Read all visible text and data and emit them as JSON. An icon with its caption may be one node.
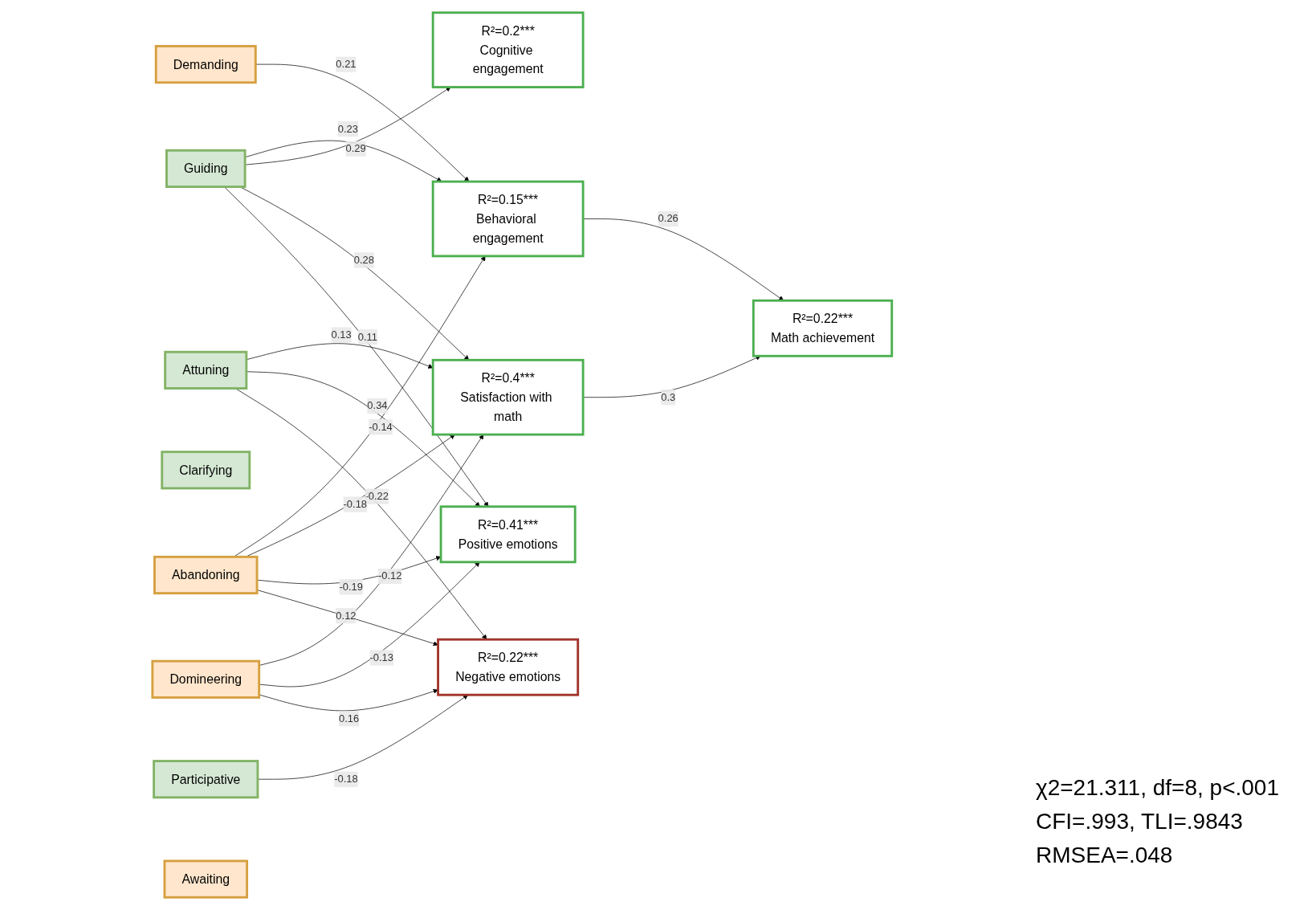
{
  "diagram": {
    "nodes": [
      {
        "text": [
          "Participative"
        ]
      },
      {
        "text": [
          "Attuning"
        ]
      },
      {
        "text": [
          "Guiding"
        ]
      },
      {
        "text": [
          "Clarifying"
        ]
      },
      {
        "text": [
          "Demanding"
        ]
      },
      {
        "text": [
          "Domineering"
        ]
      },
      {
        "text": [
          "Abandoning"
        ]
      },
      {
        "text": [
          "Awaiting"
        ]
      },
      {
        "text": [
          "R²=0.15***",
          "Behavioral engagement"
        ]
      },
      {
        "text": [
          "R²=0.2***",
          "Cognitive engagement"
        ]
      },
      {
        "text": [
          "R²=0.4***",
          "Satisfaction with math"
        ]
      },
      {
        "text": [
          "R²=0.41***",
          "Positive emotions"
        ]
      },
      {
        "text": [
          "R²=0.22***",
          "Negative emotions"
        ]
      },
      {
        "text": [
          "R²=0.22***",
          "Math achievement"
        ]
      }
    ],
    "edges": [
      {
        "from": 0,
        "to": 12,
        "arrow": "to",
        "label": "-0.18"
      },
      {
        "from": 1,
        "to": 10,
        "arrow": "to",
        "label": "0.13"
      },
      {
        "from": 1,
        "to": 11,
        "arrow": "to",
        "label": "0.34"
      },
      {
        "from": 1,
        "to": 12,
        "arrow": "to",
        "label": "-0.22"
      },
      {
        "from": 2,
        "to": 8,
        "arrow": "to",
        "label": "0.23"
      },
      {
        "from": 2,
        "to": 9,
        "arrow": "to",
        "label": "0.29"
      },
      {
        "from": 2,
        "to": 10,
        "arrow": "to",
        "label": "0.28"
      },
      {
        "from": 2,
        "to": 11,
        "arrow": "to",
        "label": "0.11"
      },
      {
        "from": 4,
        "to": 8,
        "arrow": "to",
        "label": "0.21"
      },
      {
        "from": 5,
        "to": 10,
        "arrow": "to",
        "label": "-0.12"
      },
      {
        "from": 5,
        "to": 11,
        "arrow": "to",
        "label": "-0.13"
      },
      {
        "from": 5,
        "to": 12,
        "arrow": "to",
        "label": "0.16"
      },
      {
        "from": 6,
        "to": 8,
        "arrow": "to",
        "label": "-0.14"
      },
      {
        "from": 6,
        "to": 10,
        "arrow": "to",
        "label": "-0.18"
      },
      {
        "from": 6,
        "to": 11,
        "arrow": "to",
        "label": "-0.19"
      },
      {
        "from": 6,
        "to": 12,
        "arrow": "to",
        "label": "0.12"
      },
      {
        "from": 8,
        "to": 13,
        "arrow": "to",
        "label": "0.26"
      },
      {
        "from": 10,
        "to": 13,
        "arrow": "to",
        "label": "0.3"
      }
    ],
    "labels": [
      "χ2=21.311, df=8, p<.001",
      "CFI=.993, TLI=.9843",
      "RMSEA=.048"
    ]
  }
}
